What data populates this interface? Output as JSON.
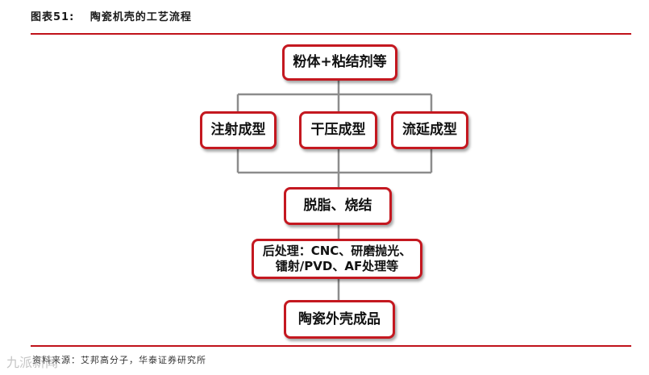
{
  "figure": {
    "label": "图表51:",
    "title": "陶瓷机壳的工艺流程"
  },
  "flow": {
    "material": "粉体+粘结剂等",
    "forming": [
      "注射成型",
      "干压成型",
      "流延成型"
    ],
    "sintering": "脱脂、烧结",
    "post_line1": "后处理：CNC、研磨抛光、",
    "post_line2": "镭射/PVD、AF处理等",
    "product": "陶瓷外壳成品"
  },
  "source": {
    "label": "资料来源：",
    "text": "艾邦高分子，华泰证券研究所"
  },
  "watermark": "九派新闻",
  "colors": {
    "accent_red": "#c41820",
    "connector_gray": "#8c8c8c"
  }
}
